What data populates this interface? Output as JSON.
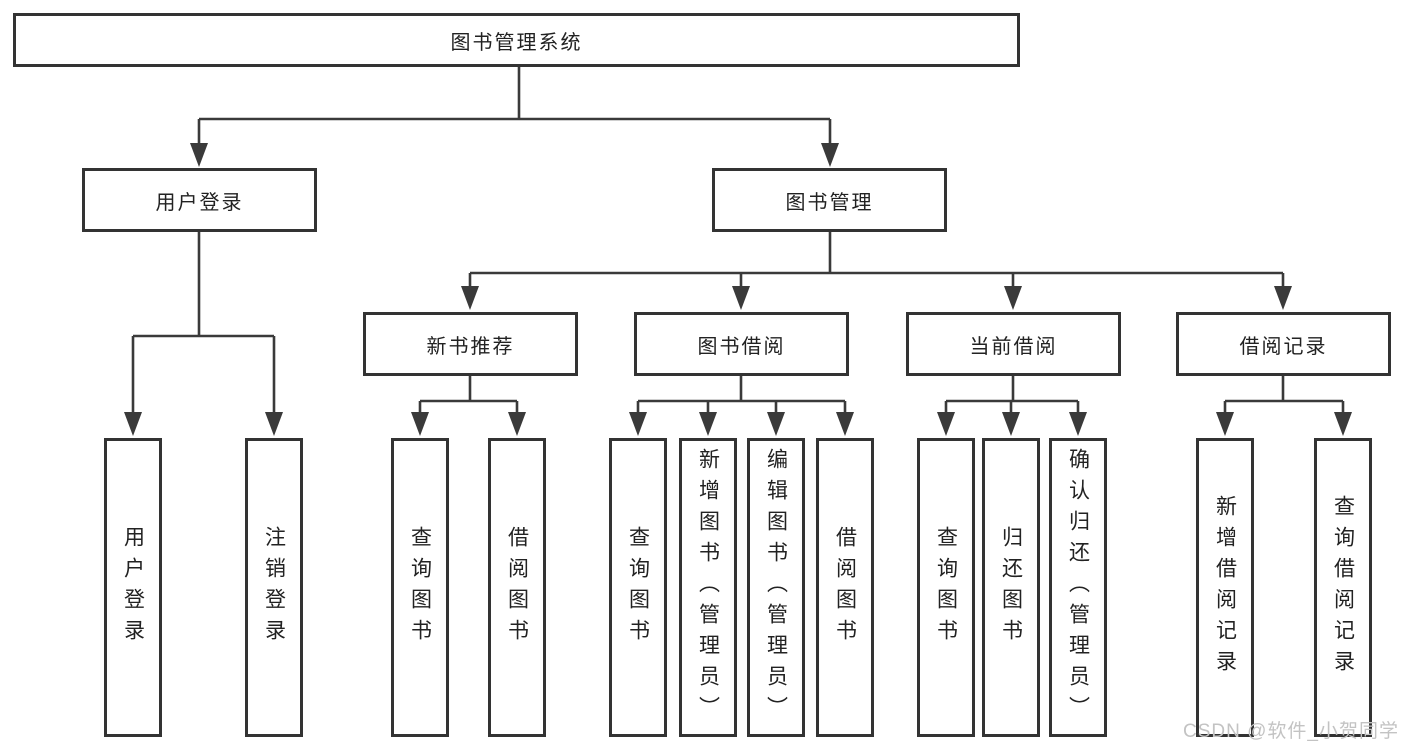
{
  "style": {
    "line_color": "#3a3a3a",
    "box_border_color": "#333333",
    "box_fill": "#ffffff",
    "text_color": "#222222",
    "watermark_color": "#c3c3c3",
    "page_bg": "#ffffff"
  },
  "tree": {
    "label": "图书管理系统",
    "children": [
      {
        "label": "用户登录",
        "children": [
          {
            "label": "用户登录"
          },
          {
            "label": "注销登录"
          }
        ]
      },
      {
        "label": "图书管理",
        "children": [
          {
            "label": "新书推荐",
            "children": [
              {
                "label": "查询图书"
              },
              {
                "label": "借阅图书"
              }
            ]
          },
          {
            "label": "图书借阅",
            "children": [
              {
                "label": "查询图书"
              },
              {
                "label": "新增图书（管理员）"
              },
              {
                "label": "编辑图书（管理员）"
              },
              {
                "label": "借阅图书"
              }
            ]
          },
          {
            "label": "当前借阅",
            "children": [
              {
                "label": "查询图书"
              },
              {
                "label": "归还图书"
              },
              {
                "label": "确认归还（管理员）"
              }
            ]
          },
          {
            "label": "借阅记录",
            "children": [
              {
                "label": "新增借阅记录"
              },
              {
                "label": "查询借阅记录"
              }
            ]
          }
        ]
      }
    ]
  },
  "watermark": {
    "text": "CSDN @软件_小贺同学"
  }
}
